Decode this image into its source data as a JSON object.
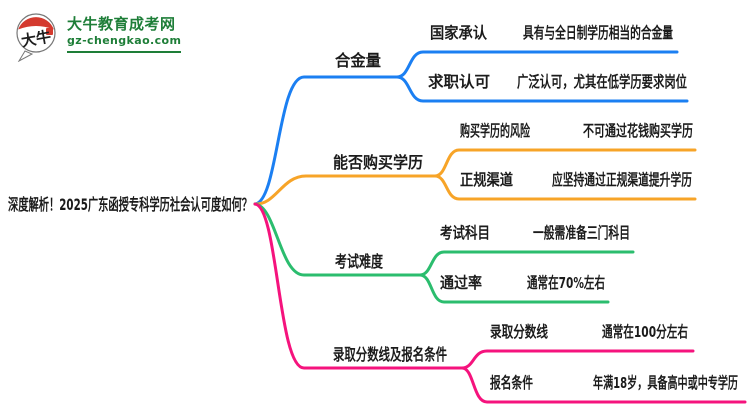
{
  "logo": {
    "icon_text": "大牛",
    "site_name": "大牛教育成考网",
    "site_domain": "gz-chengkao.com",
    "brand_green": "#1e7e38",
    "icon_red": "#d43a2f"
  },
  "mindmap": {
    "root": {
      "label": "深度解析！2025广东函授专科学历社会认可度如何？"
    },
    "branches": [
      {
        "label": "合金量",
        "color": "#1b7ff2",
        "children": [
          {
            "key": "国家承认",
            "value": "具有与全日制学历相当的合金量"
          },
          {
            "key": "求职认可",
            "value": "广泛认可，尤其在低学历要求岗位"
          }
        ]
      },
      {
        "label": "能否购买学历",
        "color": "#f7a428",
        "children": [
          {
            "key": "购买学历的风险",
            "value": "不可通过花钱购买学历"
          },
          {
            "key": "正规渠道",
            "value": "应坚持通过正规渠道提升学历"
          }
        ]
      },
      {
        "label": "考试难度",
        "color": "#2bbd6e",
        "children": [
          {
            "key": "考试科目",
            "value": "一般需准备三门科目"
          },
          {
            "key": "通过率",
            "value": "通常在70%左右"
          }
        ]
      },
      {
        "label": "录取分数线及报名条件",
        "color": "#f5137d",
        "children": [
          {
            "key": "录取分数线",
            "value": "通常在100分左右"
          },
          {
            "key": "报名条件",
            "value": "年满18岁，具备高中或中专学历"
          }
        ]
      }
    ]
  }
}
